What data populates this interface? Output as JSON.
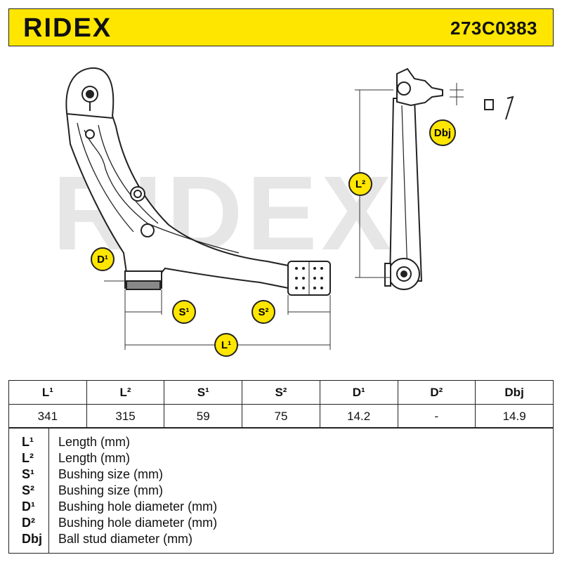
{
  "header": {
    "brand": "RIDEX",
    "part_number": "273C0383",
    "brand_color": "#111111",
    "background_color": "#ffe600"
  },
  "drawing": {
    "watermark": "RIDEX",
    "labels": {
      "l1": "L¹",
      "l2": "L²",
      "s1": "S¹",
      "s2": "S²",
      "d1": "D¹",
      "dbj": "Dbj"
    },
    "badge_color": "#ffe600"
  },
  "spec_table": {
    "headers": [
      "L¹",
      "L²",
      "S¹",
      "S²",
      "D¹",
      "D²",
      "Dbj"
    ],
    "values": [
      "341",
      "315",
      "59",
      "75",
      "14.2",
      "-",
      "14.9"
    ]
  },
  "legend": {
    "items": [
      {
        "symbol": "L¹",
        "text": "Length (mm)"
      },
      {
        "symbol": "L²",
        "text": "Length (mm)"
      },
      {
        "symbol": "S¹",
        "text": "Bushing size (mm)"
      },
      {
        "symbol": "S²",
        "text": "Bushing size (mm)"
      },
      {
        "symbol": "D¹",
        "text": "Bushing hole diameter (mm)"
      },
      {
        "symbol": "D²",
        "text": "Bushing hole diameter (mm)"
      },
      {
        "symbol": "Dbj",
        "text": "Ball stud diameter (mm)"
      }
    ]
  }
}
